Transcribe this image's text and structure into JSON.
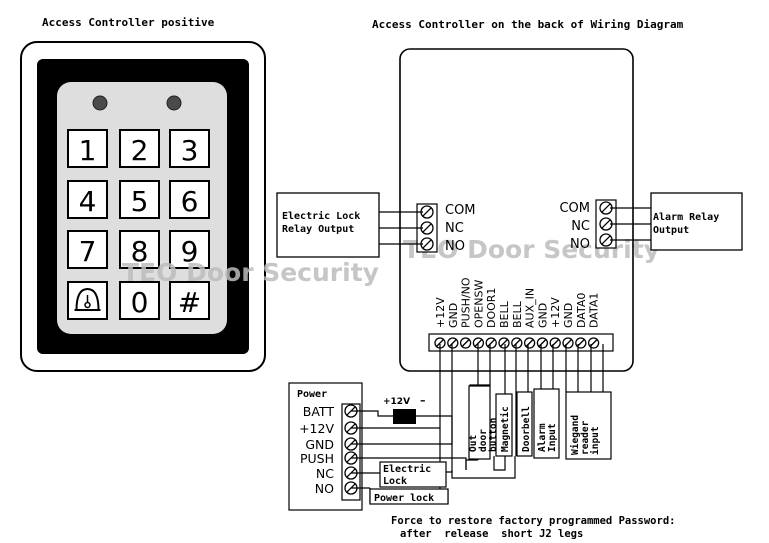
{
  "titles": {
    "keypad": "Access Controller positive",
    "wiring": "Access Controller on the back of Wiring Diagram"
  },
  "keypad": {
    "keys": [
      "1",
      "2",
      "3",
      "4",
      "5",
      "6",
      "7",
      "8",
      "9",
      "bell",
      "0",
      "#"
    ]
  },
  "watermark": {
    "left": "TEO Door Security",
    "right": "TEO Door Security"
  },
  "left_relay": {
    "box_line1": "Electric Lock",
    "box_line2": "Relay Output",
    "terminals": [
      "COM",
      "NC",
      "NO"
    ]
  },
  "right_relay": {
    "box_line1": "Alarm Relay",
    "box_line2": "Output",
    "terminals": [
      "COM",
      "NC",
      "NO"
    ]
  },
  "bottom_terminals": [
    "+12V",
    "GND",
    "PUSH/NO",
    "OPENSW",
    "DOOR1",
    "BELL",
    "BELL",
    "AUX_IN",
    "GND",
    "+12V",
    "GND",
    "DATA0",
    "DATA1"
  ],
  "power": {
    "title": "Power",
    "terminals": [
      "BATT",
      "+12V",
      "GND",
      "PUSH",
      "NC",
      "NO"
    ],
    "battery_plus": "+12V",
    "battery_minus": "–"
  },
  "devices": {
    "out_door_button": "Out door button",
    "magnetic": "Magnetic",
    "doorbell": "Doorbell",
    "alarm_input": "Alarm Input",
    "wiegand": "Wiegand reader input",
    "electric_lock_line1": "Electric",
    "electric_lock_line2": "Lock",
    "power_lock": "Power lock"
  },
  "footer": {
    "line1": "Force to restore factory programmed Password:",
    "line2": "after  release  short J2 legs"
  }
}
